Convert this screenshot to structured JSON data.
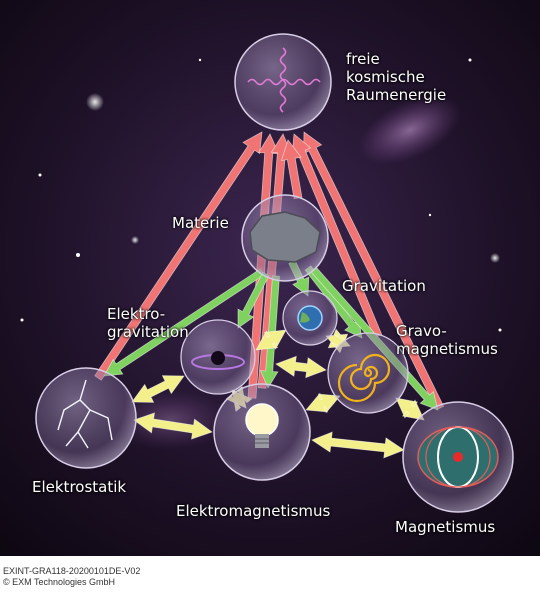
{
  "diagram": {
    "nodes": {
      "raumenergie": {
        "label_lines": [
          "freie",
          "kosmische",
          "Raumenergie"
        ],
        "icon": "wave-cross-icon"
      },
      "materie": {
        "label": "Materie",
        "icon": "rock-icon"
      },
      "gravitation": {
        "label": "Gravitation",
        "icon": "planet-icon"
      },
      "elektrogravitation": {
        "label_lines": [
          "Elektro-",
          "gravitation"
        ],
        "icon": "black-hole-icon"
      },
      "gravomagnetismus": {
        "label_lines": [
          "Gravo-",
          "magnetismus"
        ],
        "icon": "spiral-icon"
      },
      "elektrostatik": {
        "label": "Elektrostatik",
        "icon": "lightning-icon"
      },
      "elektromagnetismus": {
        "label": "Elektromagnetismus",
        "icon": "light-bulb-icon"
      },
      "magnetismus": {
        "label": "Magnetismus",
        "icon": "magnetic-field-icon"
      }
    },
    "colors": {
      "red_arrow": "#f07474",
      "green_arrow": "#7fd160",
      "yellow_arrow": "#f3f08c",
      "sphere": "#8e7aa6",
      "background": "#1b0f24"
    }
  },
  "footer": {
    "line1": "EXINT-GRA118-20200101DE-V02",
    "line2": "© EXM Technologies GmbH"
  }
}
